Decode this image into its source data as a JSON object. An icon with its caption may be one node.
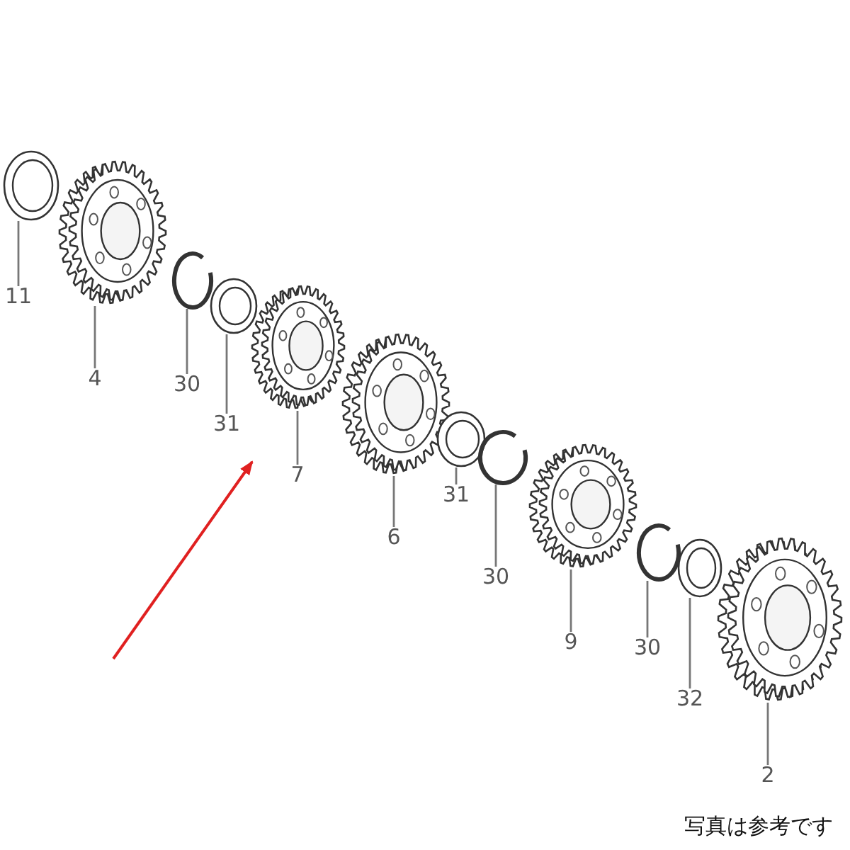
{
  "diagram": {
    "nodes": [
      {
        "text": [],
        "shape": "picture"
      },
      {
        "text": [],
        "shape": "picture"
      },
      {
        "text": [],
        "shape": "picture"
      },
      {
        "text": [],
        "shape": "picture"
      },
      {
        "text": [],
        "shape": "picture"
      },
      {
        "text": [],
        "shape": "picture"
      },
      {
        "text": [],
        "shape": "picture"
      },
      {
        "text": [],
        "shape": "picture"
      },
      {
        "text": [],
        "shape": "picture"
      },
      {
        "text": [],
        "shape": "picture"
      },
      {
        "text": [],
        "shape": "picture"
      },
      {
        "text": [],
        "shape": "picture"
      },
      {
        "text": [
          "11"
        ]
      },
      {
        "text": [
          "4"
        ]
      },
      {
        "text": [
          "30"
        ]
      },
      {
        "text": [
          "31"
        ]
      },
      {
        "text": [
          "7"
        ]
      },
      {
        "text": [
          "6"
        ]
      },
      {
        "text": [
          "31"
        ]
      },
      {
        "text": [
          "30"
        ]
      },
      {
        "text": [
          "9"
        ]
      },
      {
        "text": [
          "30"
        ]
      },
      {
        "text": [
          "32"
        ]
      },
      {
        "text": [
          "2"
        ]
      }
    ],
    "edges": [
      {
        "from": 12,
        "to": 0,
        "arrow": "none"
      },
      {
        "from": 13,
        "to": 1,
        "arrow": "none"
      },
      {
        "from": 14,
        "to": 2,
        "arrow": "none"
      },
      {
        "from": 15,
        "to": 3,
        "arrow": "none"
      },
      {
        "from": 16,
        "to": 4,
        "arrow": "none"
      },
      {
        "from": 17,
        "to": 5,
        "arrow": "none"
      },
      {
        "from": 18,
        "to": 6,
        "arrow": "none"
      },
      {
        "from": 19,
        "to": 7,
        "arrow": "none"
      },
      {
        "from": 20,
        "to": 8,
        "arrow": "none"
      },
      {
        "from": 21,
        "to": 9,
        "arrow": "none"
      },
      {
        "from": 22,
        "to": 10,
        "arrow": "none"
      },
      {
        "from": 23,
        "to": 11,
        "arrow": "none"
      },
      {
        "from": null,
        "to": 4,
        "arrow": "to",
        "color": "#e02020"
      }
    ],
    "labels": [
      "写真は参考です"
    ]
  }
}
